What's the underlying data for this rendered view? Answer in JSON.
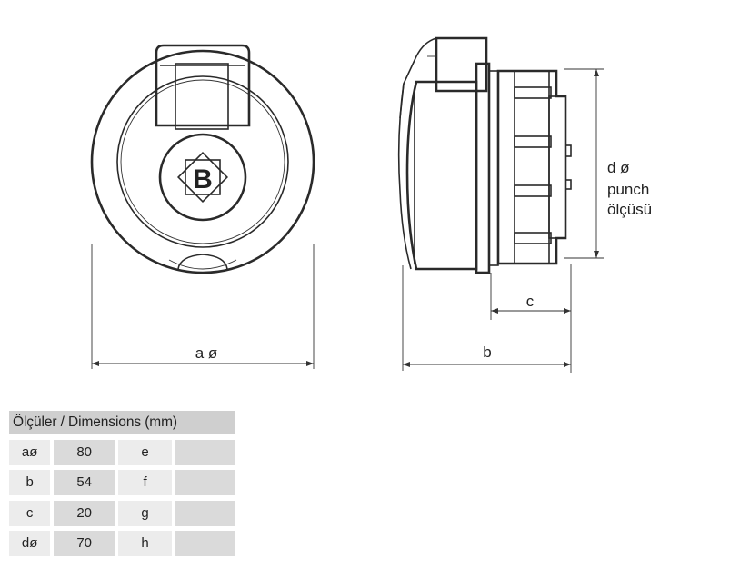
{
  "labels": {
    "a": "a ø",
    "b": "b",
    "c": "c",
    "d_line1": "d ø",
    "d_line2": "punch",
    "d_line3": "ölçüsü",
    "logo_letter": "B"
  },
  "table": {
    "title": "Ölçüler / Dimensions (mm)",
    "rows": [
      {
        "key": "aø",
        "value": "80",
        "key2": "e",
        "value2": ""
      },
      {
        "key": "b",
        "value": "54",
        "key2": "f",
        "value2": ""
      },
      {
        "key": "c",
        "value": "20",
        "key2": "g",
        "value2": ""
      },
      {
        "key": "dø",
        "value": "70",
        "key2": "h",
        "value2": ""
      }
    ]
  },
  "colors": {
    "line": "#2a2a2a",
    "header_bg": "#cfcfcf",
    "key_bg": "#ececec",
    "value_bg": "#dadada"
  }
}
